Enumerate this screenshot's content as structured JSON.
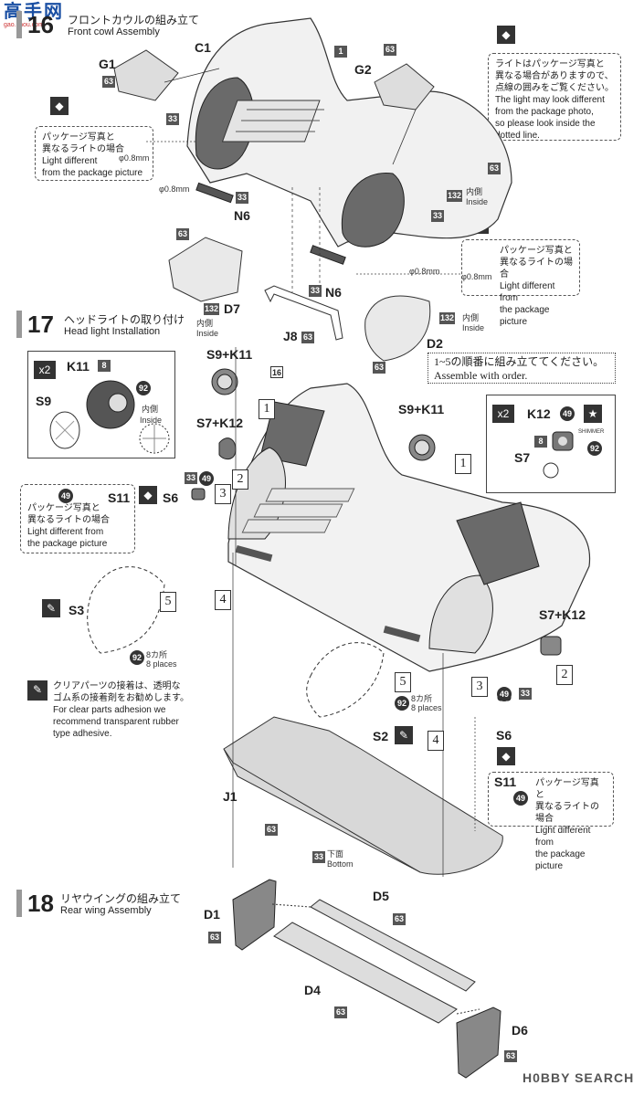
{
  "corner_logo": {
    "chars": "高手网",
    "site": "gao.shou.com"
  },
  "step16": {
    "number": "16",
    "title_jp": "フロントカウルの組み立て",
    "title_en": "Front cowl Assembly",
    "parts": {
      "c1": "C1",
      "g1": "G1",
      "g2": "G2",
      "n6a": "N6",
      "n6b": "N6",
      "d7": "D7",
      "d2": "D2",
      "j8": "J8",
      "one": "1"
    },
    "color_codes": {
      "g1": "63",
      "g2": "63",
      "c1_inner": "33",
      "body": "63",
      "inside": "132",
      "n6a": "33",
      "n6b": "33",
      "d7a": "63",
      "d7b": "132",
      "d2": "132",
      "j8": "63",
      "bottom": "63",
      "hl_inner": "33"
    },
    "inside_jp": "内側",
    "inside_en": "Inside",
    "drill_a": "φ0.8mm",
    "drill_b": "φ0.8mm",
    "drill_c": "φ0.8mm",
    "note_left_jp1": "パッケージ写真と",
    "note_left_jp2": "異なるライトの場合",
    "note_left_en1": "Light different",
    "note_left_en2": "from the package picture",
    "note_right_jp1": "パッケージ写真と",
    "note_right_jp2": "異なるライトの場合",
    "note_right_en1": "Light different from",
    "note_right_en2": "the package picture",
    "top_note": [
      "ライトはパッケージ写真と",
      "異なる場合がありますので、",
      "点線の囲みをご覧ください。",
      "The light may look different",
      "from the package photo,",
      "so please look inside the",
      "dotted line."
    ]
  },
  "step17": {
    "number": "17",
    "title_jp": "ヘッドライトの取り付け",
    "title_en": "Head light Installation",
    "order_jp": "1~5の順番に組み立ててください。",
    "order_en": "Assemble with order.",
    "x2_left": "x2",
    "x2_right": "x2",
    "parts": {
      "k11": "K11",
      "s9": "S9",
      "k12": "K12",
      "s7": "S7",
      "s9k11_a": "S9+K11",
      "s9k11_b": "S9+K11",
      "s7k12_a": "S7+K12",
      "s7k12_b": "S7+K12",
      "s11_a": "S11",
      "s11_b": "S11",
      "s6_a": "S6",
      "s6_b": "S6",
      "s3": "S3",
      "s2": "S2",
      "j1": "J1",
      "sixteen": "16"
    },
    "codes": {
      "k11": "8",
      "c92a": "92",
      "k12": "8",
      "c92b": "92",
      "c49a": "49",
      "s11a": "49",
      "s6a1": "33",
      "s6a2": "49",
      "s6b1": "49",
      "s6b2": "33",
      "s11b": "49",
      "s3": "92",
      "s2": "92",
      "j1a": "63",
      "j1b": "33",
      "cowl_inner": "33"
    },
    "star": "★",
    "badge_small": "SHIMMER",
    "places_jp": "8カ所",
    "places_en": "8 places",
    "places_jp2": "8カ所",
    "places_en2": "8 places",
    "inside_jp": "内側",
    "inside_en": "Inside",
    "bottom_jp": "下面",
    "bottom_en": "Bottom",
    "note_left_jp1": "パッケージ写真と",
    "note_left_jp2": "異なるライトの場合",
    "note_left_en1": "Light different from",
    "note_left_en2": "the package picture",
    "note_right_jp1": "パッケージ写真と",
    "note_right_jp2": "異なるライトの場合",
    "note_right_en1": "Light different from",
    "note_right_en2": "the package picture",
    "glue_jp1": "クリアパーツの接着は、透明な",
    "glue_jp2": "ゴム系の接着剤をお勧めします。",
    "glue_en1": "For clear parts adhesion we",
    "glue_en2": "recommend transparent rubber",
    "glue_en3": "type adhesive.",
    "order_marks": [
      "1",
      "2",
      "3",
      "4",
      "5",
      "1",
      "2",
      "3",
      "4",
      "5"
    ]
  },
  "step18": {
    "number": "18",
    "title_jp": "リヤウイングの組み立て",
    "title_en": "Rear wing Assembly",
    "parts": {
      "d1": "D1",
      "d4": "D4",
      "d5": "D5",
      "d6": "D6"
    },
    "codes": {
      "d1": "63",
      "d4": "63",
      "d5": "63",
      "d6": "63"
    }
  },
  "watermark": {
    "brand": "H0BBY SEARCH"
  }
}
